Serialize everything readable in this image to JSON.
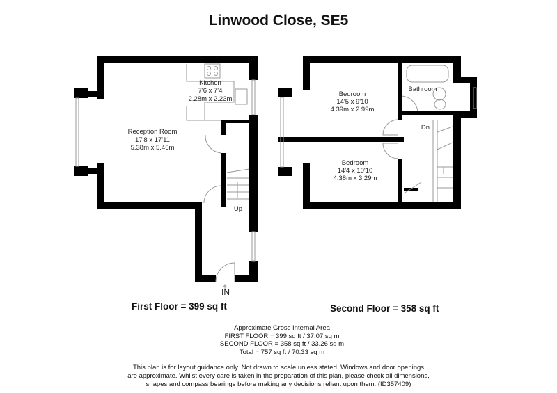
{
  "title": "Linwood Close, SE5",
  "first_floor": {
    "label": "First  Floor = 399 sq ft",
    "rooms": [
      {
        "name": "Reception Room",
        "imperial": "17'8 x 17'11",
        "metric": "5.38m x 5.46m"
      },
      {
        "name": "Kitchen",
        "imperial": "7'6 x 7'4",
        "metric": "2.28m x 2.23m"
      }
    ],
    "stairs_label": "Up",
    "entrance_label": "IN"
  },
  "second_floor": {
    "label": "Second Floor = 358 sq ft",
    "rooms": [
      {
        "name": "Bedroom",
        "imperial": "14'5 x 9'10",
        "metric": "4.39m x 2.99m"
      },
      {
        "name": "Bedroom",
        "imperial": "14'4 x 10'10",
        "metric": "4.38m x 3.29m"
      },
      {
        "name": "Bathroom"
      }
    ],
    "stairs_label": "Dn"
  },
  "area": {
    "heading": "Approximate Gross Internal Area",
    "first": "FIRST FLOOR = 399 sq ft / 37.07 sq m",
    "second": "SECOND FLOOR = 358 sq ft / 33.26 sq m",
    "total": "Total = 757 sq ft / 70.33 sq m"
  },
  "compass_label": "N",
  "disclaimer": {
    "line1": "This plan is for layout guidance only. Not drawn to scale unless stated. Windows and door openings",
    "line2": "are approximate. Whilst every care is taken in the preparation of this plan, please check all dimensions,",
    "line3": "shapes and compass bearings before making any decisions reliant upon them. (ID357409)"
  },
  "colors": {
    "wall": "#000000",
    "fixture": "#999999"
  }
}
